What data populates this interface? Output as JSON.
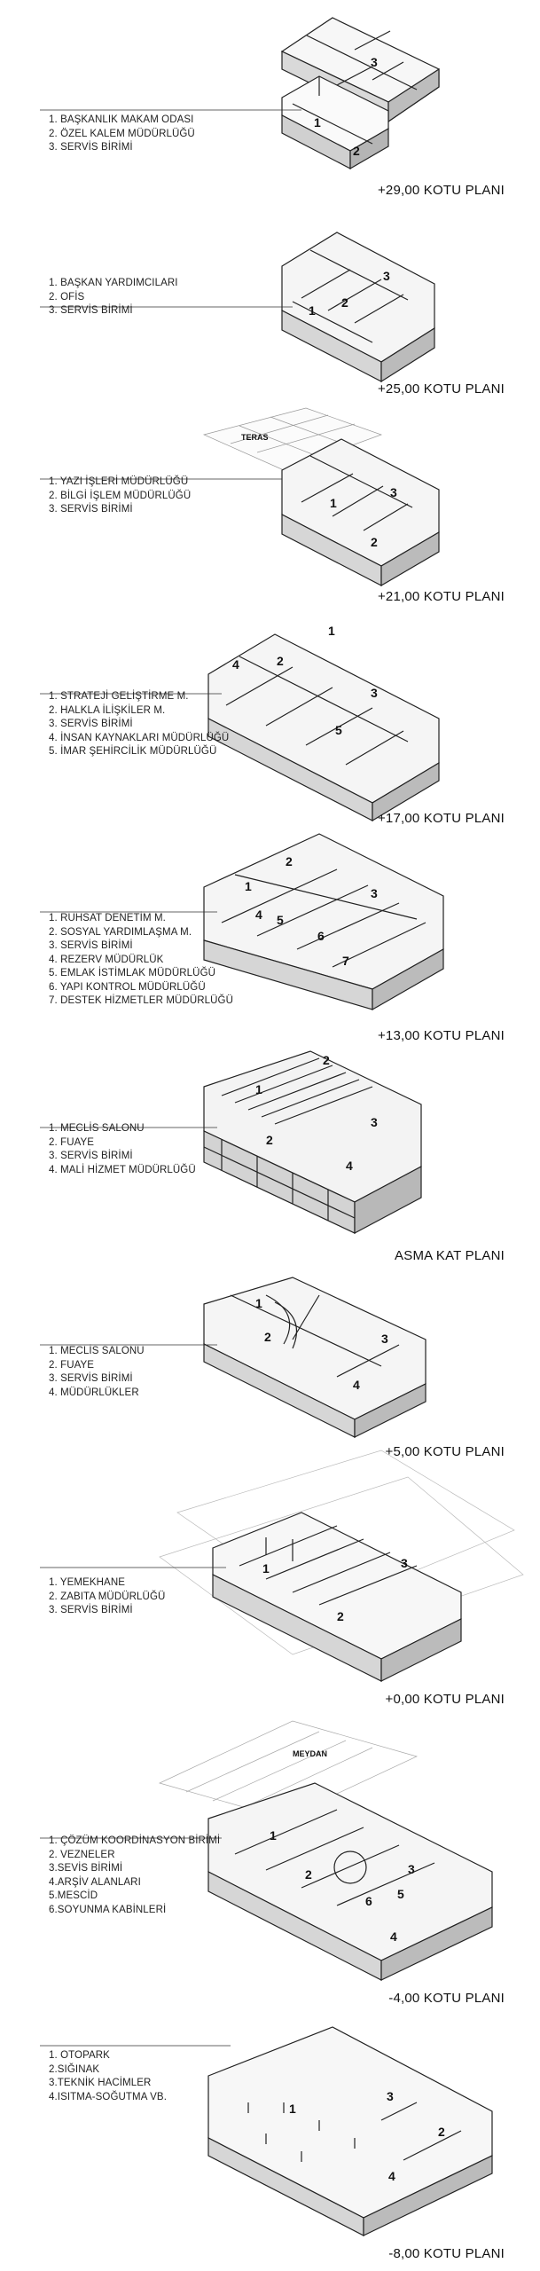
{
  "plans": [
    {
      "title": "+29,00 KOTU PLANI",
      "items": [
        "1. BAŞKANLIK MAKAM ODASI",
        "2. ÖZEL KALEM MÜDÜRLÜĞÜ",
        "3. SERVİS BİRİMİ"
      ],
      "numbers": [
        "3",
        "1",
        "2"
      ]
    },
    {
      "title": "+25,00 KOTU PLANI",
      "items": [
        "1. BAŞKAN YARDIMCILARI",
        "2. OFİS",
        "3. SERVİS BİRİMİ"
      ],
      "numbers": [
        "3",
        "1",
        "2"
      ]
    },
    {
      "title": "+21,00 KOTU PLANI",
      "tag": "TERAS",
      "items": [
        "1. YAZI İŞLERİ MÜDÜRLÜĞÜ",
        "2. BİLGİ İŞLEM MÜDÜRLÜĞÜ",
        "3. SERVİS BİRİMİ"
      ],
      "numbers": [
        "3",
        "1",
        "2"
      ]
    },
    {
      "title": "+17,00 KOTU PLANI",
      "items": [
        "1. STRATEJİ GELİŞTİRME M.",
        "2. HALKLA İLİŞKİLER M.",
        "3. SERVİS BİRİMİ",
        "4. İNSAN KAYNAKLARI MÜDÜRLÜĞÜ",
        "5. İMAR ŞEHİRCİLİK MÜDÜRLÜĞÜ"
      ],
      "numbers": [
        "1",
        "2",
        "3",
        "4",
        "5"
      ]
    },
    {
      "title": "+13,00 KOTU PLANI",
      "items": [
        "1. RUHSAT DENETİM M.",
        "2. SOSYAL YARDIMLAŞMA M.",
        "3. SERVİS BİRİMİ",
        "4. REZERV MÜDÜRLÜK",
        "5. EMLAK İSTİMLAK MÜDÜRLÜĞÜ",
        "6. YAPI KONTROL MÜDÜRLÜĞÜ",
        "7. DESTEK HİZMETLER MÜDÜRLÜĞÜ"
      ],
      "numbers": [
        "2",
        "1",
        "3",
        "4",
        "5",
        "6",
        "7"
      ]
    },
    {
      "title": "ASMA KAT PLANI",
      "items": [
        "1. MECLİS SALONU",
        "2. FUAYE",
        "3. SERVİS BİRİMİ",
        "4. MALİ HİZMET MÜDÜRLÜĞÜ"
      ],
      "numbers": [
        "2",
        "1",
        "3",
        "2",
        "4"
      ]
    },
    {
      "title": "+5,00 KOTU PLANI",
      "items": [
        "1. MECLİS SALONU",
        "2. FUAYE",
        "3. SERVİS BİRİMİ",
        "4. MÜDÜRLÜKLER"
      ],
      "numbers": [
        "1",
        "2",
        "3",
        "4"
      ]
    },
    {
      "title": "+0,00 KOTU PLANI",
      "items": [
        "1. YEMEKHANE",
        "2. ZABITA MÜDÜRLÜĞÜ",
        "3. SERVİS BİRİMİ"
      ],
      "numbers": [
        "1",
        "3",
        "2"
      ]
    },
    {
      "title": "-4,00 KOTU PLANI",
      "tag": "MEYDAN",
      "items": [
        "1. ÇÖZÜM KOORDİNASYON BİRİMİ",
        "2. VEZNELER",
        "3.SEVİS BİRİMİ",
        "4.ARŞİV ALANLARI",
        "5.MESCİD",
        "6.SOYUNMA KABİNLERİ"
      ],
      "numbers": [
        "1",
        "2",
        "3",
        "5",
        "6",
        "4"
      ]
    },
    {
      "title": "-8,00 KOTU PLANI",
      "items": [
        "1. OTOPARK",
        "2.SIĞINAK",
        "3.TEKNİK HACİMLER",
        "4.ISITMA-SOĞUTMA VB."
      ],
      "numbers": [
        "1",
        "3",
        "2",
        "4"
      ]
    }
  ]
}
